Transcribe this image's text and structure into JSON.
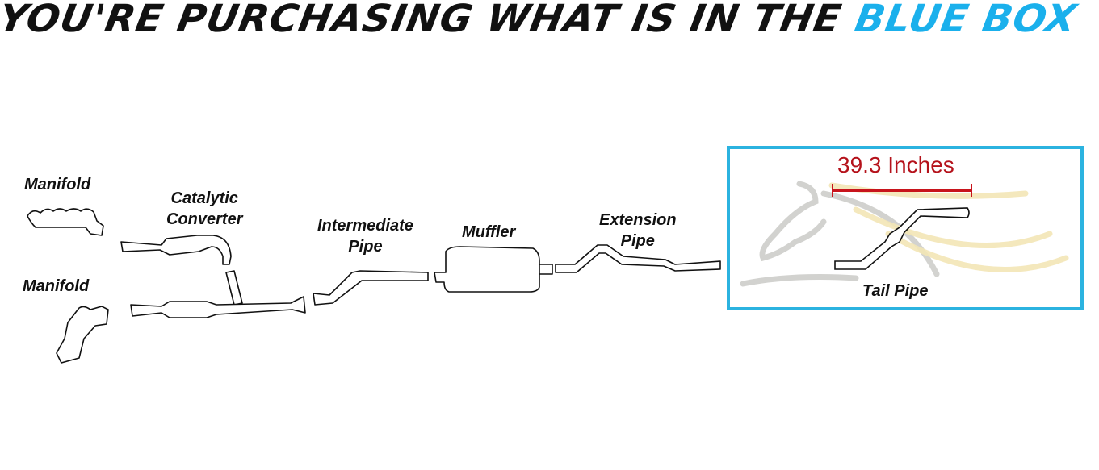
{
  "header": {
    "title_main": "YOU'RE PURCHASING WHAT IS IN THE",
    "title_highlight": "BLUE BOX"
  },
  "parts": {
    "manifold_top": "Manifold",
    "manifold_bottom": "Manifold",
    "catalytic_line1": "Catalytic",
    "catalytic_line2": "Converter",
    "intermediate_line1": "Intermediate",
    "intermediate_line2": "Pipe",
    "muffler": "Muffler",
    "extension_line1": "Extension",
    "extension_line2": "Pipe",
    "tail_pipe": "Tail Pipe"
  },
  "highlight": {
    "dimension": "39.3 Inches"
  },
  "colors": {
    "accent_blue": "#1ab0ec",
    "box_border": "#2bb3e0",
    "dimension_red": "#b5121b"
  }
}
